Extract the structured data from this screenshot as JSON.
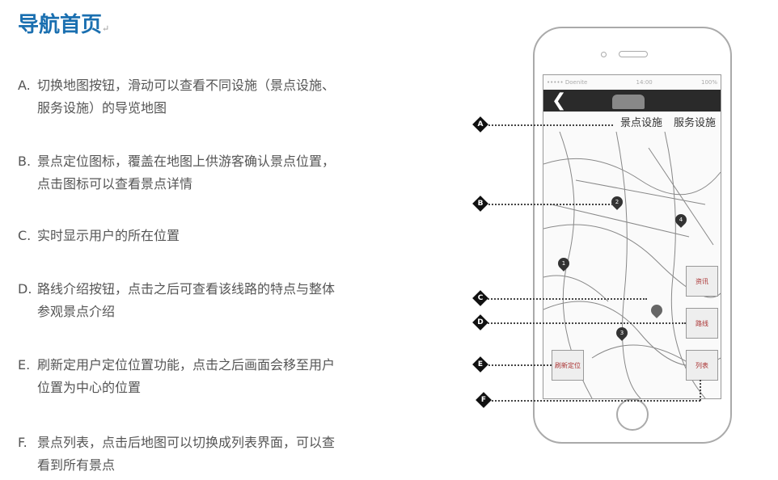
{
  "title": "导航首页",
  "paragraph_mark": "↵",
  "items": [
    {
      "letter": "A.",
      "text": "切换地图按钮，滑动可以查看不同设施（景点设施、服务设施）的导览地图"
    },
    {
      "letter": "B.",
      "text": "景点定位图标，覆盖在地图上供游客确认景点位置，点击图标可以查看景点详情"
    },
    {
      "letter": "C.",
      "text": "实时显示用户的所在位置"
    },
    {
      "letter": "D.",
      "text": "路线介绍按钮，点击之后可查看该线路的特点与整体参观景点介绍"
    },
    {
      "letter": "E.",
      "text": "刷新定用户定位位置功能，点击之后画面会移至用户位置为中心的位置"
    },
    {
      "letter": "F.",
      "text": "景点列表，点击后地图可以切换成列表界面，可以查看到所有景点"
    }
  ],
  "phone": {
    "status": {
      "carrier": "••••• Doenite",
      "time": "14:00",
      "battery": "100%"
    },
    "tabs": [
      "景点设施",
      "服务设施"
    ],
    "buttons": {
      "info": "资讯",
      "route": "路线",
      "list": "列表",
      "refresh": "刷新定位"
    },
    "pins": [
      "1",
      "2",
      "3",
      "4"
    ]
  },
  "callouts": [
    "A",
    "B",
    "C",
    "D",
    "E",
    "F"
  ]
}
